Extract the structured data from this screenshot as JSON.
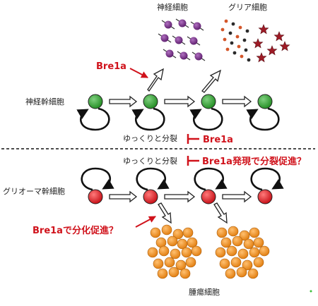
{
  "labels": {
    "neural_stem_cell": "神経幹細胞",
    "glioma_stem_cell": "グリオーマ幹細胞",
    "neurons": "神経細胞",
    "glia": "グリア細胞",
    "tumor_cells": "腫瘍細胞",
    "slow_division_top": "ゆっくりと分裂",
    "slow_division_bottom": "ゆっくりと分裂"
  },
  "annotations": {
    "bre1a_top": "Bre1a",
    "bre1a_inhibits_division": "Bre1a",
    "bre1a_expression_question": "Bre1a発現で分裂促進？",
    "bre1a_differentiation_question": "Bre1aで分化促進？"
  },
  "colors": {
    "neural_stem": "#2e9e2e",
    "glioma_stem": "#e0141b",
    "neuron": "#7b2a8a",
    "glia_star": "#a01e28",
    "tumor": "#f08a1a",
    "annotation_red": "#d0121b"
  }
}
